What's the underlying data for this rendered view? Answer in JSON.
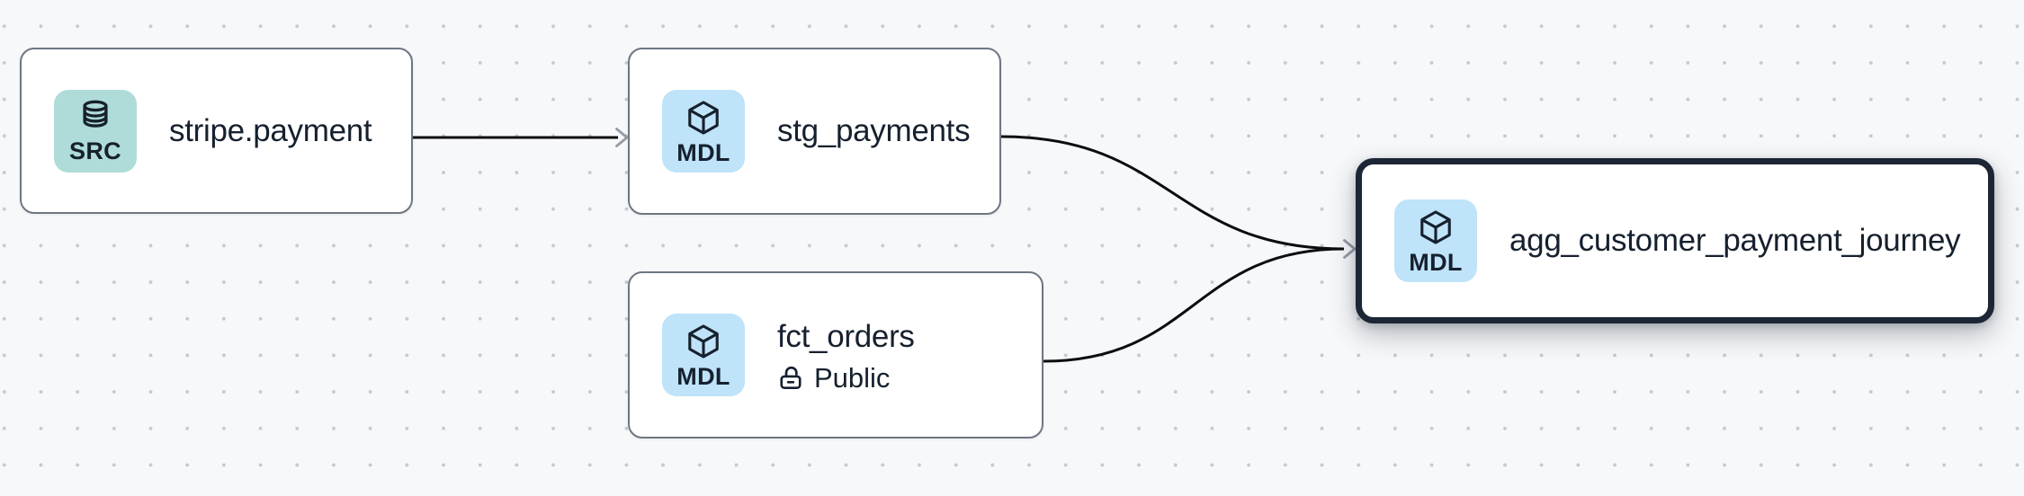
{
  "canvas": {
    "background": "#f7f8fa",
    "dot_color": "#c6c9d0"
  },
  "colors": {
    "node_border": "#6e7683",
    "selected_node_border": "#1c2634",
    "node_title": "#16202e",
    "edge_stroke": "#0c0d10",
    "arrowhead": "#949ca6",
    "src_badge_bg": "#afdcd8",
    "mdl_badge_bg": "#bfe3f9",
    "badge_text": "#16202e"
  },
  "nodes": [
    {
      "title": "stripe.payment",
      "selected": false,
      "badge": {
        "label": "SRC",
        "icon": "database-icon",
        "bg": "#afdcd8"
      }
    },
    {
      "title": "stg_payments",
      "selected": false,
      "badge": {
        "label": "MDL",
        "icon": "cube-icon",
        "bg": "#bfe3f9"
      }
    },
    {
      "title": "fct_orders",
      "selected": false,
      "badge": {
        "label": "MDL",
        "icon": "cube-icon",
        "bg": "#bfe3f9"
      },
      "subtitle": {
        "icon": "lock-open-icon",
        "label": "Public"
      }
    },
    {
      "title": "agg_customer_payment_journey",
      "selected": true,
      "badge": {
        "label": "MDL",
        "icon": "cube-icon",
        "bg": "#bfe3f9"
      }
    }
  ],
  "edges": [
    {
      "from": "stripe.payment",
      "to": "stg_payments",
      "shape": "straight"
    },
    {
      "from": "stg_payments",
      "to": "agg_customer_payment_journey",
      "shape": "bezier"
    },
    {
      "from": "fct_orders",
      "to": "agg_customer_payment_journey",
      "shape": "bezier"
    }
  ]
}
